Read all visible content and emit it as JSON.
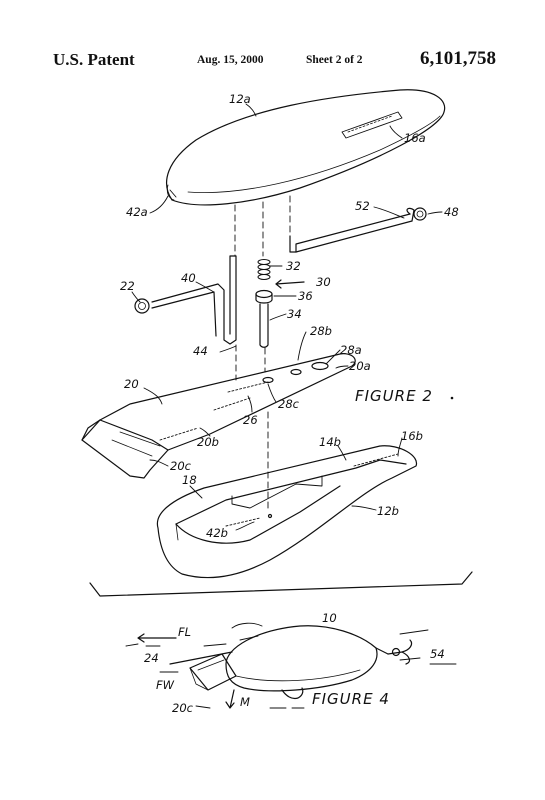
{
  "header": {
    "office": "U.S. Patent",
    "date": "Aug. 15, 2000",
    "sheet": "Sheet 2 of 2",
    "patent_number": "6,101,758"
  },
  "figure2": {
    "title": "FIGURE 2",
    "labels": {
      "l12a": "12a",
      "l16a": "16a",
      "l42a": "42a",
      "l52": "52",
      "l48": "48",
      "l22": "22",
      "l40": "40",
      "l32": "32",
      "l30": "30",
      "l36": "36",
      "l34": "34",
      "l44": "44",
      "l28b": "28b",
      "l28a": "28a",
      "l20a": "20a",
      "l20": "20",
      "l28c": "28c",
      "l26": "26",
      "l20b": "20b",
      "l20c": "20c",
      "l14b": "14b",
      "l16b": "16b",
      "l18": "18",
      "l42b": "42b",
      "l12b": "12b"
    }
  },
  "figure4": {
    "title": "FIGURE 4",
    "labels": {
      "l10": "10",
      "lFL": "FL",
      "l24": "24",
      "l54": "54",
      "lFW": "FW",
      "lM": "M",
      "l20c": "20c"
    }
  }
}
